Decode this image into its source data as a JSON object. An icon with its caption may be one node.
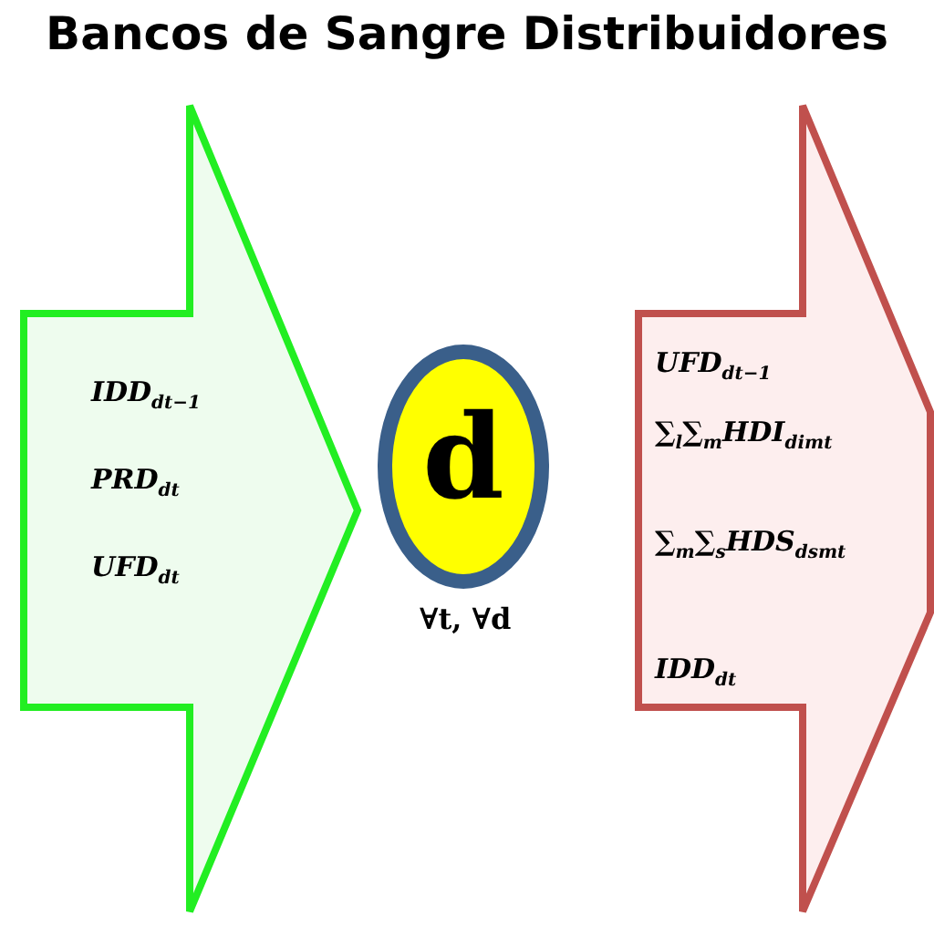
{
  "diagram": {
    "title": "Bancos de Sangre Distribuidores",
    "nodes": [
      {
        "text": [
          "IDD$_{dt−1}$",
          "PRD$_{dt}$",
          "UFD$_{dt}$"
        ]
      },
      {
        "text": [
          "d"
        ],
        "beside": [
          "∀t, ∀d"
        ]
      },
      {
        "text": [
          "UFD$_{dt−1}$",
          "∑$_{l}$∑$_{m}$HDI$_{dimt}$",
          "∑$_{m}$∑$_{s}$HDS$_{dsmt}$",
          "IDD$_{dt}$"
        ]
      }
    ]
  }
}
